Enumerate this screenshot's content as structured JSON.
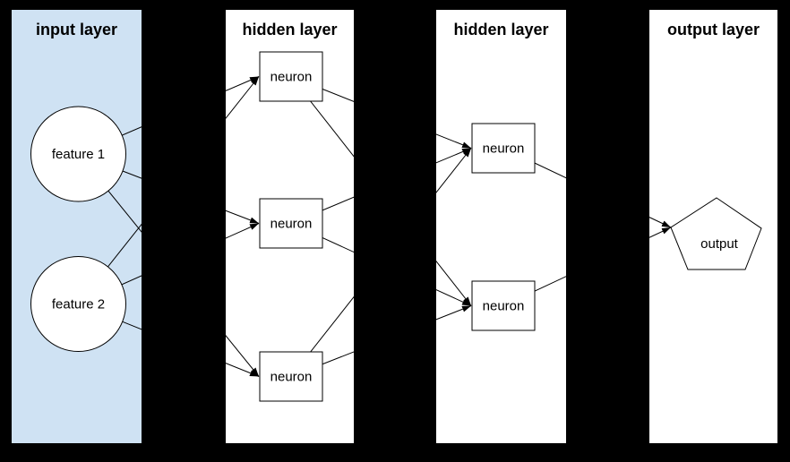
{
  "canvas": {
    "background": "#000000",
    "panel_fill": "#ffffff",
    "input_panel_fill": "#cfe2f3",
    "line_color": "#000000",
    "text_color": "#000000"
  },
  "layers": [
    {
      "id": "input",
      "title": "input layer",
      "nodes": [
        {
          "id": "feature-1",
          "label": "feature 1",
          "shape": "circle"
        },
        {
          "id": "feature-2",
          "label": "feature 2",
          "shape": "circle"
        }
      ]
    },
    {
      "id": "hidden1",
      "title": "hidden layer",
      "nodes": [
        {
          "id": "h1-neuron-1",
          "label": "neuron",
          "shape": "rect"
        },
        {
          "id": "h1-neuron-2",
          "label": "neuron",
          "shape": "rect"
        },
        {
          "id": "h1-neuron-3",
          "label": "neuron",
          "shape": "rect"
        }
      ]
    },
    {
      "id": "hidden2",
      "title": "hidden layer",
      "nodes": [
        {
          "id": "h2-neuron-1",
          "label": "neuron",
          "shape": "rect"
        },
        {
          "id": "h2-neuron-2",
          "label": "neuron",
          "shape": "rect"
        }
      ]
    },
    {
      "id": "output",
      "title": "output layer",
      "nodes": [
        {
          "id": "output-1",
          "label": "output",
          "shape": "pentagon"
        }
      ]
    }
  ],
  "connections": [
    {
      "from": "feature-1",
      "to": "h1-neuron-1"
    },
    {
      "from": "feature-1",
      "to": "h1-neuron-2"
    },
    {
      "from": "feature-1",
      "to": "h1-neuron-3"
    },
    {
      "from": "feature-2",
      "to": "h1-neuron-1"
    },
    {
      "from": "feature-2",
      "to": "h1-neuron-2"
    },
    {
      "from": "feature-2",
      "to": "h1-neuron-3"
    },
    {
      "from": "h1-neuron-1",
      "to": "h2-neuron-1"
    },
    {
      "from": "h1-neuron-1",
      "to": "h2-neuron-2"
    },
    {
      "from": "h1-neuron-2",
      "to": "h2-neuron-1"
    },
    {
      "from": "h1-neuron-2",
      "to": "h2-neuron-2"
    },
    {
      "from": "h1-neuron-3",
      "to": "h2-neuron-1"
    },
    {
      "from": "h1-neuron-3",
      "to": "h2-neuron-2"
    },
    {
      "from": "h2-neuron-1",
      "to": "output-1"
    },
    {
      "from": "h2-neuron-2",
      "to": "output-1"
    }
  ]
}
